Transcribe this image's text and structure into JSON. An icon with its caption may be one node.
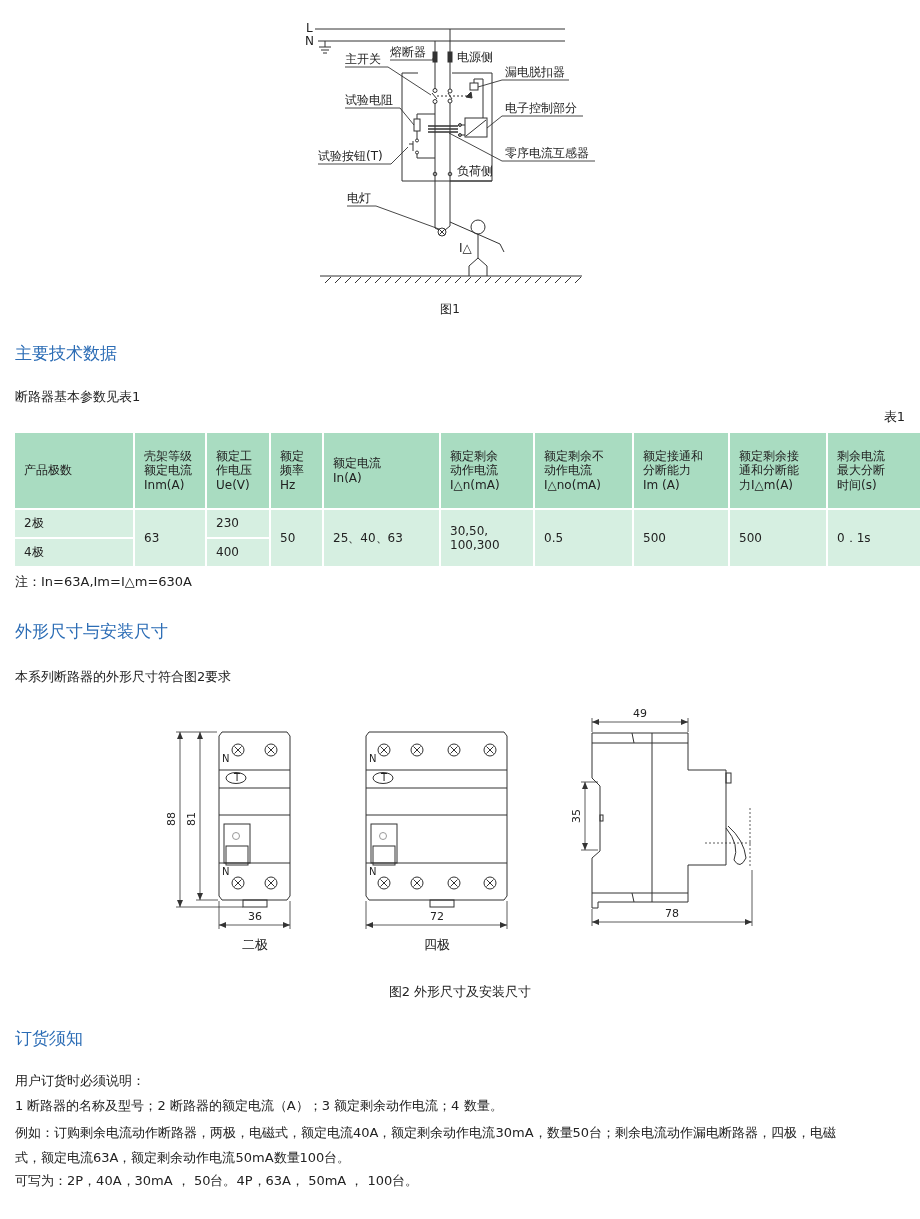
{
  "diagram": {
    "nodes": [
      {
        "text": [
          "熔断器"
        ]
      },
      {
        "text": [
          "主开关"
        ]
      },
      {
        "text": [
          "漏电脱扣器"
        ]
      },
      {
        "text": [
          "试验电阻"
        ]
      },
      {
        "text": [
          "电子控制部分"
        ]
      },
      {
        "text": [
          "试验按钮(T)"
        ]
      },
      {
        "text": [
          "零序电流互感器"
        ]
      },
      {
        "text": [
          "电灯"
        ]
      },
      {
        "text": [],
        "shape": "box"
      },
      {
        "text": [],
        "shape": "picture"
      },
      {
        "text": [],
        "shape": "box"
      },
      {
        "text": [],
        "shape": "box"
      },
      {
        "text": [],
        "shape": "box"
      },
      {
        "text": [],
        "shape": "picture"
      },
      {
        "text": [],
        "shape": "picture"
      },
      {
        "text": [],
        "shape": "circle"
      }
    ],
    "edges": [
      {
        "from": 0,
        "to": 8,
        "arrow": "none"
      },
      {
        "from": 1,
        "to": 9,
        "arrow": "none"
      },
      {
        "from": 2,
        "to": 10,
        "arrow": "none"
      },
      {
        "from": 3,
        "to": 11,
        "arrow": "none"
      },
      {
        "from": 4,
        "to": 12,
        "arrow": "none"
      },
      {
        "from": 5,
        "to": 13,
        "arrow": "none"
      },
      {
        "from": 6,
        "to": 14,
        "arrow": "none"
      },
      {
        "from": 7,
        "to": 15,
        "arrow": "none"
      }
    ],
    "labels": [
      "L",
      "N",
      "电源侧",
      "负荷侧",
      "I△",
      "图1",
      "主要技术数据",
      "断路器基本参数见表1",
      "表1",
      "产品极数",
      "壳架等级额定电流Inm(A)",
      "额定工作电压Ue(V)",
      "额定频率Hz",
      "额定电流In(A)",
      "额定剩余动作电流I△n(mA)",
      "额定剩余不动作电流I△no(mA)",
      "额定接通和分断能力Im (A)",
      "额定剩余接通和分断能力I△m(A)",
      "剩余电流最大分断时间(s)",
      "2极",
      "63",
      "230",
      "50",
      "25、40、63",
      "30,50, 100,300",
      "0.5",
      "500",
      "500",
      "0．1s",
      "4极",
      "400",
      "注：In=63A,Im=I△m=630A",
      "外形尺寸与安装尺寸",
      "本系列断路器的外形尺寸符合图2要求",
      "49",
      "88",
      "81",
      "N",
      "T",
      "N",
      "N",
      "T",
      "N",
      "35",
      "36",
      "72",
      "78",
      "二极",
      "四极",
      "图2 外形尺寸及安装尺寸",
      "订货须知",
      "用户订货时必须说明：",
      "1 断路器的名称及型号；2 断路器的额定电流（A）；3 额定剩余动作电流；4 数量。",
      "例如：订购剩余电流动作断路器，两极，电磁式，额定电流40A，额定剩余动作电流30mA，数量50台；剩余电流动作漏电断路器，四极，电磁式，额定电流63A，额定剩余动作电流50mA数量100台。",
      "可写为：2P，40A，30mA ， 50台。4P，63A， 50mA ， 100台。"
    ]
  }
}
